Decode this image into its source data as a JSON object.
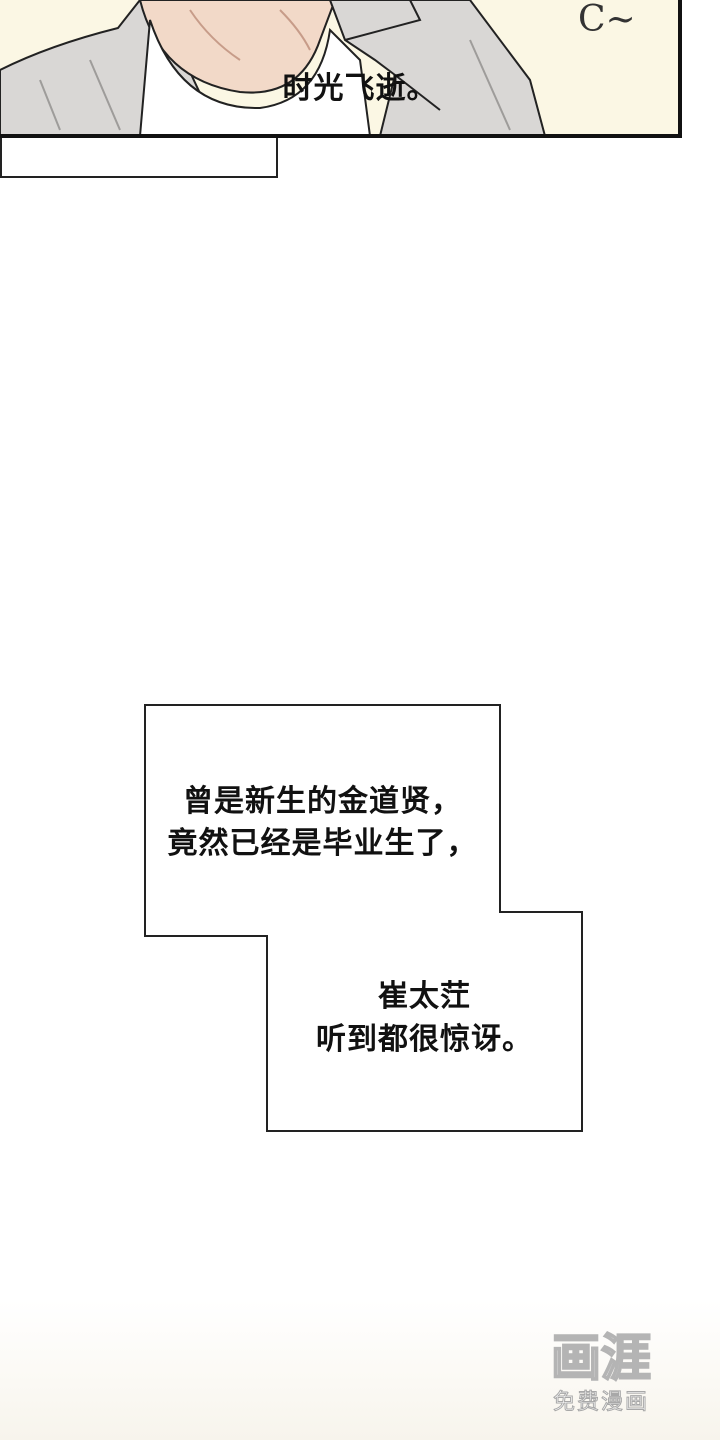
{
  "panel": {
    "sfx": "C~"
  },
  "narration": {
    "box1": "时光飞逝。",
    "box2_line1": "曾是新生的金道贤，",
    "box2_line2": "竟然已经是毕业生了，",
    "box2_line3": "崔太茳",
    "box2_line4": "听到都很惊讶。"
  },
  "watermark": {
    "logo": "画涯",
    "subtitle": "免费漫画"
  },
  "colors": {
    "panel_bg": "#fbf7e4",
    "shirt": "#ffffff",
    "jacket": "#d8d6d4",
    "skin": "#f4dccb",
    "ink": "#111111"
  }
}
